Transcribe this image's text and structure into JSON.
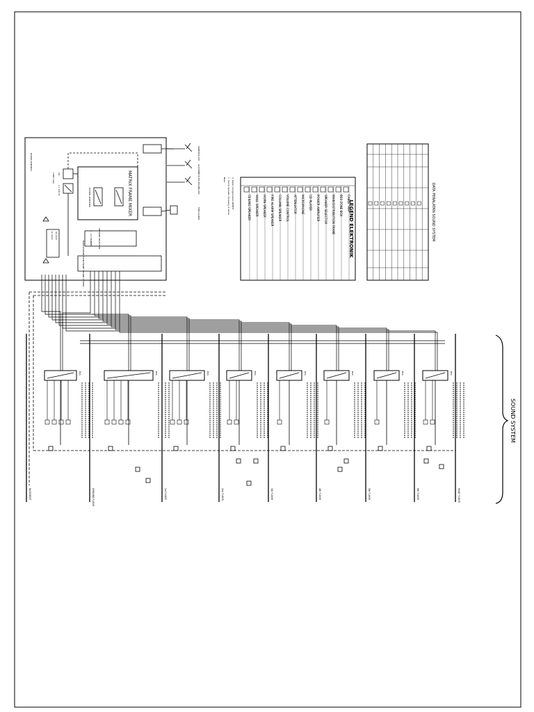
{
  "title": "SOUND SYSTEM",
  "floors": [
    {
      "label": "BASEMENT"
    },
    {
      "label": "GROUND FLOOR"
    },
    {
      "label": "1st FLOOR"
    },
    {
      "label": "2nd FLOOR"
    },
    {
      "label": "3rd FLOOR"
    },
    {
      "label": "4th FLOOR"
    },
    {
      "label": "5th FLOOR"
    },
    {
      "label": "6th FLOOR"
    },
    {
      "label": "ROOF FLOOR"
    }
  ],
  "zone_box_label": "BSS",
  "control_room": {
    "title": "MATRIX FRAME MIXER",
    "speaker_selector": "SPEAKER SELECTOR",
    "channel": "4 - 10 CHANNEL",
    "main_distribution": "MAIN DISTRIBUTION FRAME SOUND SYSTEM",
    "cd": "CD",
    "cart_call": "CART CALL",
    "power": "2 x 240 W",
    "room_label": "RUANG KONTROL"
  },
  "legend": {
    "title": "LEGEND ELEKTRONIK",
    "items": [
      "CEILING SPEAKER",
      "WALL SPEAKER",
      "HORN SPEAKER",
      "FIRE ALARM SPEAKER",
      "COLUMN SPEAKER",
      "VOLUME CONTROL",
      "ATTENUATOR",
      "MICROPHONE",
      "CD PLAYER",
      "POWER AMPLIFIER",
      "SPEAKER SELECTOR",
      "MAIN DISTRIBUTION FRAME",
      "BSS ZONE BOX",
      "CABLE TRAY"
    ]
  },
  "data_table": {
    "title": "DATA PERALATAN SOUND SYSTEM"
  }
}
